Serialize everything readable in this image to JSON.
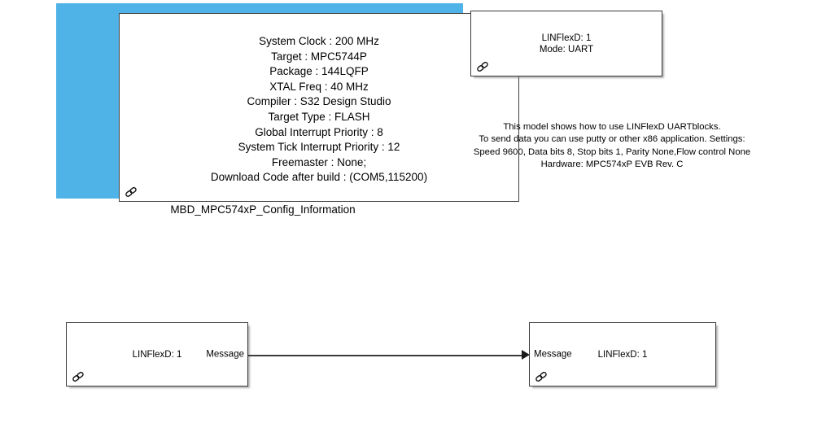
{
  "canvas": {
    "background": "#ffffff",
    "selection_color": "#4FB3E8",
    "block_border_color": "#3a3a3a",
    "signal_color": "#3b3b3b"
  },
  "config_block": {
    "name": "MBD_MPC574xP_Config_Information",
    "selected": true,
    "caption": "MBD_MPC574xP_Config_Information",
    "link_icon": "chain-link-icon",
    "parameters": [
      "System Clock : 200 MHz",
      "Target : MPC5744P",
      "Package : 144LQFP",
      "XTAL Freq : 40 MHz",
      "Compiler : S32 Design Studio",
      "Target Type : FLASH",
      "Global Interrupt Priority : 8",
      "System Tick Interrupt Priority : 12",
      "Freemaster : None;",
      "Download Code after build : (COM5,115200)"
    ],
    "body_text": "System Clock : 200 MHz\nTarget : MPC5744P\nPackage : 144LQFP\nXTAL Freq : 40 MHz\nCompiler : S32 Design Studio\nTarget Type : FLASH\nGlobal Interrupt Priority : 8\nSystem Tick Interrupt Priority : 12\nFreemaster : None;\nDownload Code after build : (COM5,115200)"
  },
  "uart_config_block": {
    "body_text": "LINFlexD: 1\nMode: UART",
    "instance": "LINFlexD: 1",
    "mode": "Mode: UART",
    "link_icon": "chain-link-icon"
  },
  "annotation": {
    "text": "This model shows how to use LINFlexD UARTblocks.\nTo send data you can use putty or other x86 application. Settings:\nSpeed 9600, Data bits 8, Stop bits 1, Parity None,Flow control None\nHardware: MPC574xP EVB Rev. C",
    "lines": [
      "This model shows how to use LINFlexD UARTblocks.",
      "To send data you can use putty or other x86 application. Settings:",
      "Speed 9600, Data bits 8, Stop bits 1, Parity None,Flow control None",
      "Hardware: MPC574xP EVB Rev. C"
    ]
  },
  "transmit_block": {
    "body_text": "LINFlexD: 1",
    "port_label": "Message",
    "link_icon": "chain-link-icon"
  },
  "receive_block": {
    "body_text": "LINFlexD: 1",
    "port_label": "Message",
    "link_icon": "chain-link-icon"
  }
}
